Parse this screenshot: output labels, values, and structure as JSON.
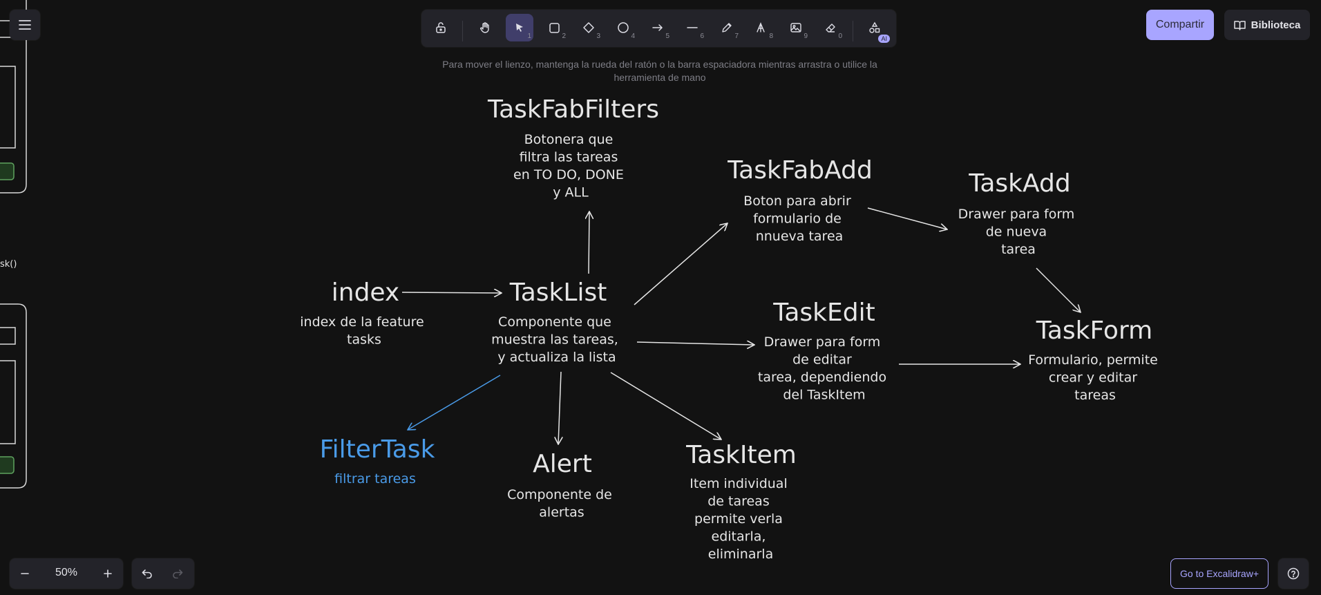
{
  "toolbar": {
    "tools": [
      {
        "name": "lock",
        "key": ""
      },
      {
        "name": "hand",
        "key": ""
      },
      {
        "name": "selection",
        "key": "1"
      },
      {
        "name": "rectangle",
        "key": "2"
      },
      {
        "name": "diamond",
        "key": "3"
      },
      {
        "name": "ellipse",
        "key": "4"
      },
      {
        "name": "arrow",
        "key": "5"
      },
      {
        "name": "line",
        "key": "6"
      },
      {
        "name": "draw",
        "key": "7"
      },
      {
        "name": "text",
        "key": "8"
      },
      {
        "name": "image",
        "key": "9"
      },
      {
        "name": "eraser",
        "key": "0"
      },
      {
        "name": "more-tools",
        "key": ""
      }
    ],
    "ai_badge": "AI",
    "active_tool": "selection"
  },
  "hint": "Para mover el lienzo, mantenga la rueda del ratón o la barra espaciadora mientras arrastra o utilice la herramienta de mano",
  "header": {
    "share_label": "Compartir",
    "library_label": "Biblioteca"
  },
  "footer": {
    "zoom": "50%",
    "excalidraw_plus": "Go to Excalidraw+"
  },
  "left_fragment": {
    "text": "sk()"
  },
  "diagram": {
    "nodes": {
      "taskfabfilters": {
        "title": "TaskFabFilters",
        "desc": [
          "Botonera que",
          "filtra las tareas",
          "en TO DO, DONE",
          "y ALL"
        ]
      },
      "taskfabadd": {
        "title": "TaskFabAdd",
        "desc": [
          "Boton para abrir",
          "formulario de",
          "nnueva tarea"
        ]
      },
      "taskadd": {
        "title": "TaskAdd",
        "desc": [
          "Drawer para form",
          "de nueva",
          "tarea"
        ]
      },
      "index": {
        "title": "index",
        "desc": [
          "index de la feature",
          "tasks"
        ]
      },
      "tasklist": {
        "title": "TaskList",
        "desc": [
          "Componente que",
          "muestra las tareas,",
          "y actualiza la lista"
        ]
      },
      "taskedit": {
        "title": "TaskEdit",
        "desc": [
          "Drawer para form",
          "de editar",
          "tarea, dependiendo",
          "del TaskItem"
        ]
      },
      "taskform": {
        "title": "TaskForm",
        "desc": [
          "Formulario, permite",
          "crear y editar",
          "tareas"
        ]
      },
      "filtertask": {
        "title": "FilterTask",
        "desc": [
          "filtrar tareas"
        ]
      },
      "alert": {
        "title": "Alert",
        "desc": [
          "Componente de",
          "alertas"
        ]
      },
      "taskitem": {
        "title": "TaskItem",
        "desc": [
          "Item individual",
          "de tareas",
          "permite verla",
          "editarla,",
          "eliminarla"
        ]
      }
    },
    "colors": {
      "stroke": "#e6e6e6",
      "highlight": "#4a9be8",
      "background": "#121212"
    }
  }
}
